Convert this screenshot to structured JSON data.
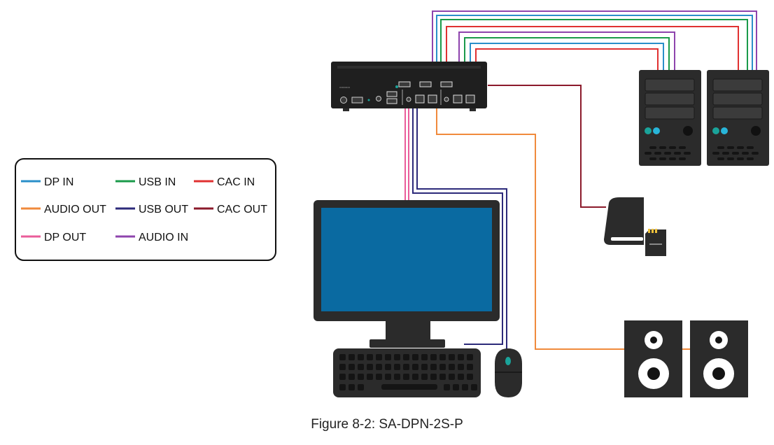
{
  "caption": "Figure 8-2: SA-DPN-2S-P",
  "legend": {
    "items": [
      {
        "label": "DP IN",
        "color": "#2a8fc9"
      },
      {
        "label": "USB IN",
        "color": "#1a9a4a"
      },
      {
        "label": "CAC IN",
        "color": "#e03131"
      },
      {
        "label": "AUDIO OUT",
        "color": "#f08a3c"
      },
      {
        "label": "USB OUT",
        "color": "#2c2a7a"
      },
      {
        "label": "CAC OUT",
        "color": "#8b1a2b"
      },
      {
        "label": "DP OUT",
        "color": "#ea5c9a"
      },
      {
        "label": "AUDIO IN",
        "color": "#8e44ad"
      }
    ]
  },
  "colors": {
    "device": "#2b2b2b",
    "monitor_screen": "#0a6aa1",
    "accent_teal": "#1aa39a"
  },
  "icons": [
    "kvm-switch-icon",
    "computer-tower-icon",
    "monitor-icon",
    "keyboard-icon",
    "mouse-icon",
    "card-reader-icon",
    "speaker-icon"
  ]
}
